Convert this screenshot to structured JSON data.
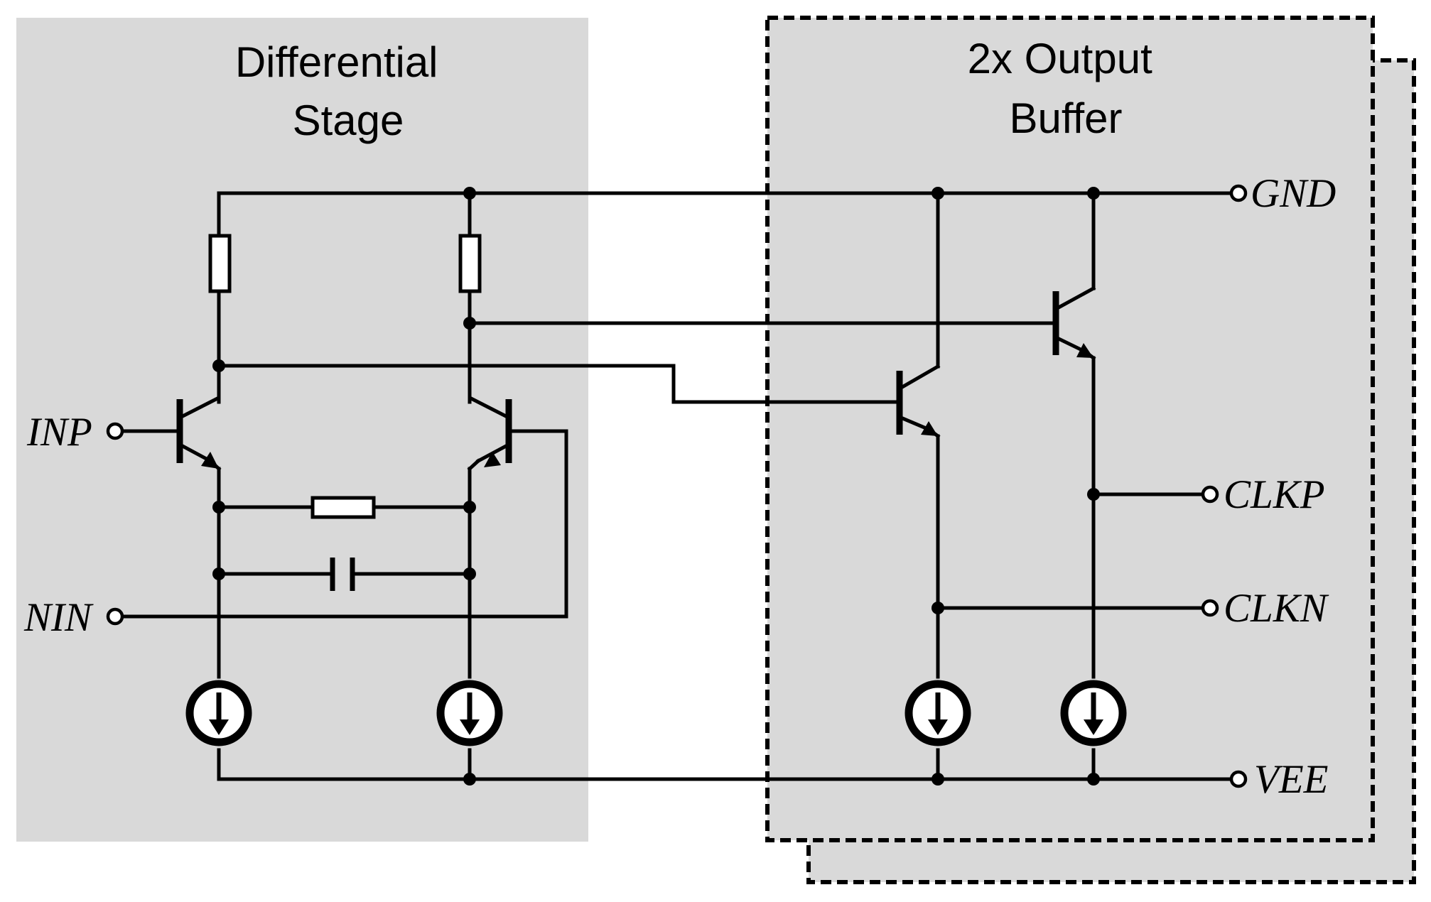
{
  "diagram": {
    "diff_stage_title": [
      "Differential",
      "Stage"
    ],
    "buffer_title": [
      "2x Output",
      "Buffer"
    ],
    "ports": {
      "inp": "INP",
      "nin": "NIN",
      "gnd": "GND",
      "clkp": "CLKP",
      "clkn": "CLKN",
      "vee": "VEE"
    }
  },
  "colors": {
    "block_fill": "#d9d9d9",
    "line": "#000000",
    "background": "#ffffff"
  }
}
